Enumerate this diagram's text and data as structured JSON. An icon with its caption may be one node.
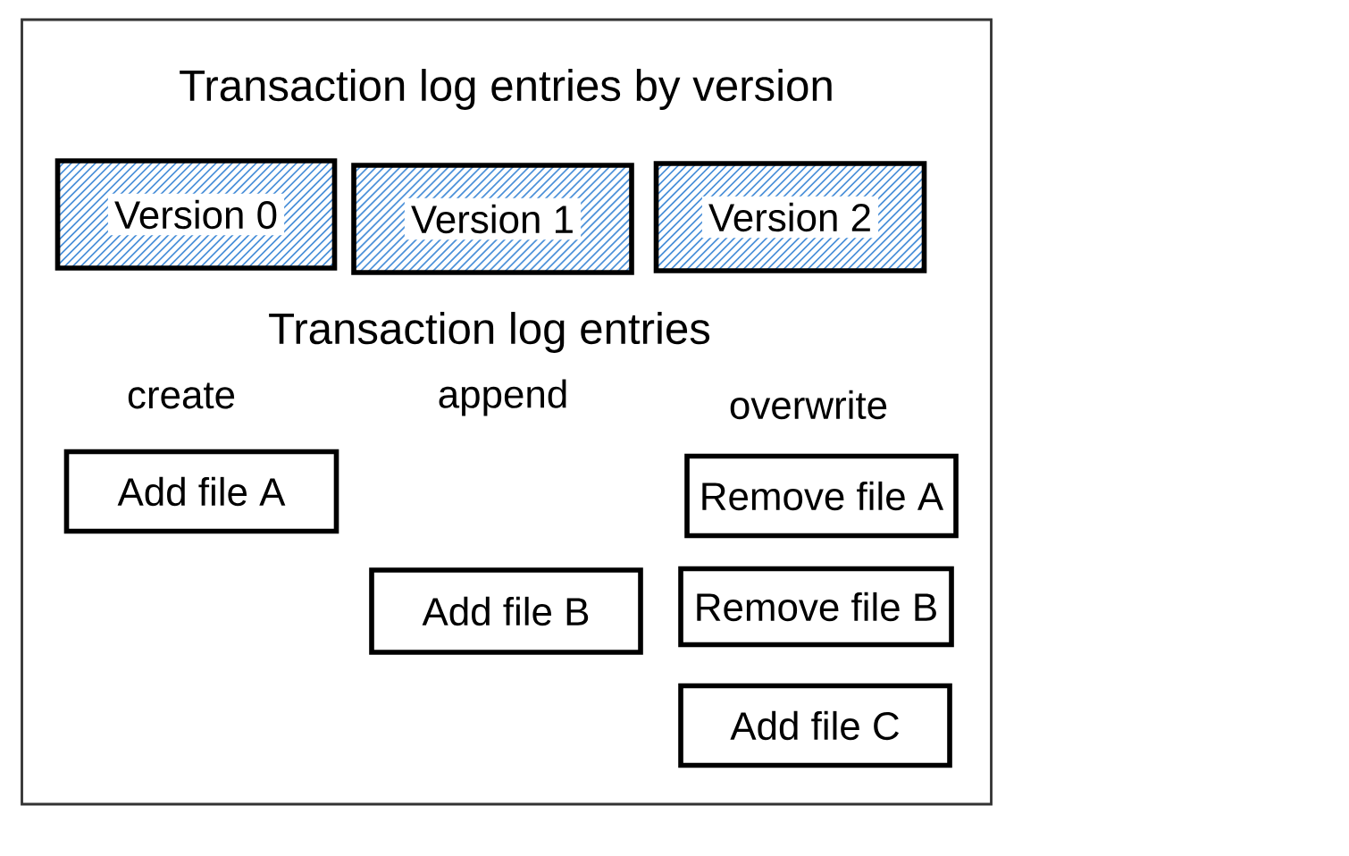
{
  "diagram": {
    "nodes": [
      {
        "text": [
          "Transaction log entries by version"
        ]
      },
      {
        "text": [
          "Version 0"
        ],
        "in": 0
      },
      {
        "text": [
          "Version 1"
        ],
        "in": 0
      },
      {
        "text": [
          "Version 2"
        ],
        "in": 0
      },
      {
        "text": [
          "Add file A"
        ],
        "in": 0
      },
      {
        "text": [
          "Remove file A"
        ],
        "in": 0
      },
      {
        "text": [
          "Add file B"
        ],
        "in": 0
      },
      {
        "text": [
          "Remove file B"
        ],
        "in": 0
      },
      {
        "text": [
          "Add file C"
        ],
        "in": 0
      }
    ],
    "labels": [
      "Transaction log entries",
      "create",
      "append",
      "overwrite"
    ]
  }
}
